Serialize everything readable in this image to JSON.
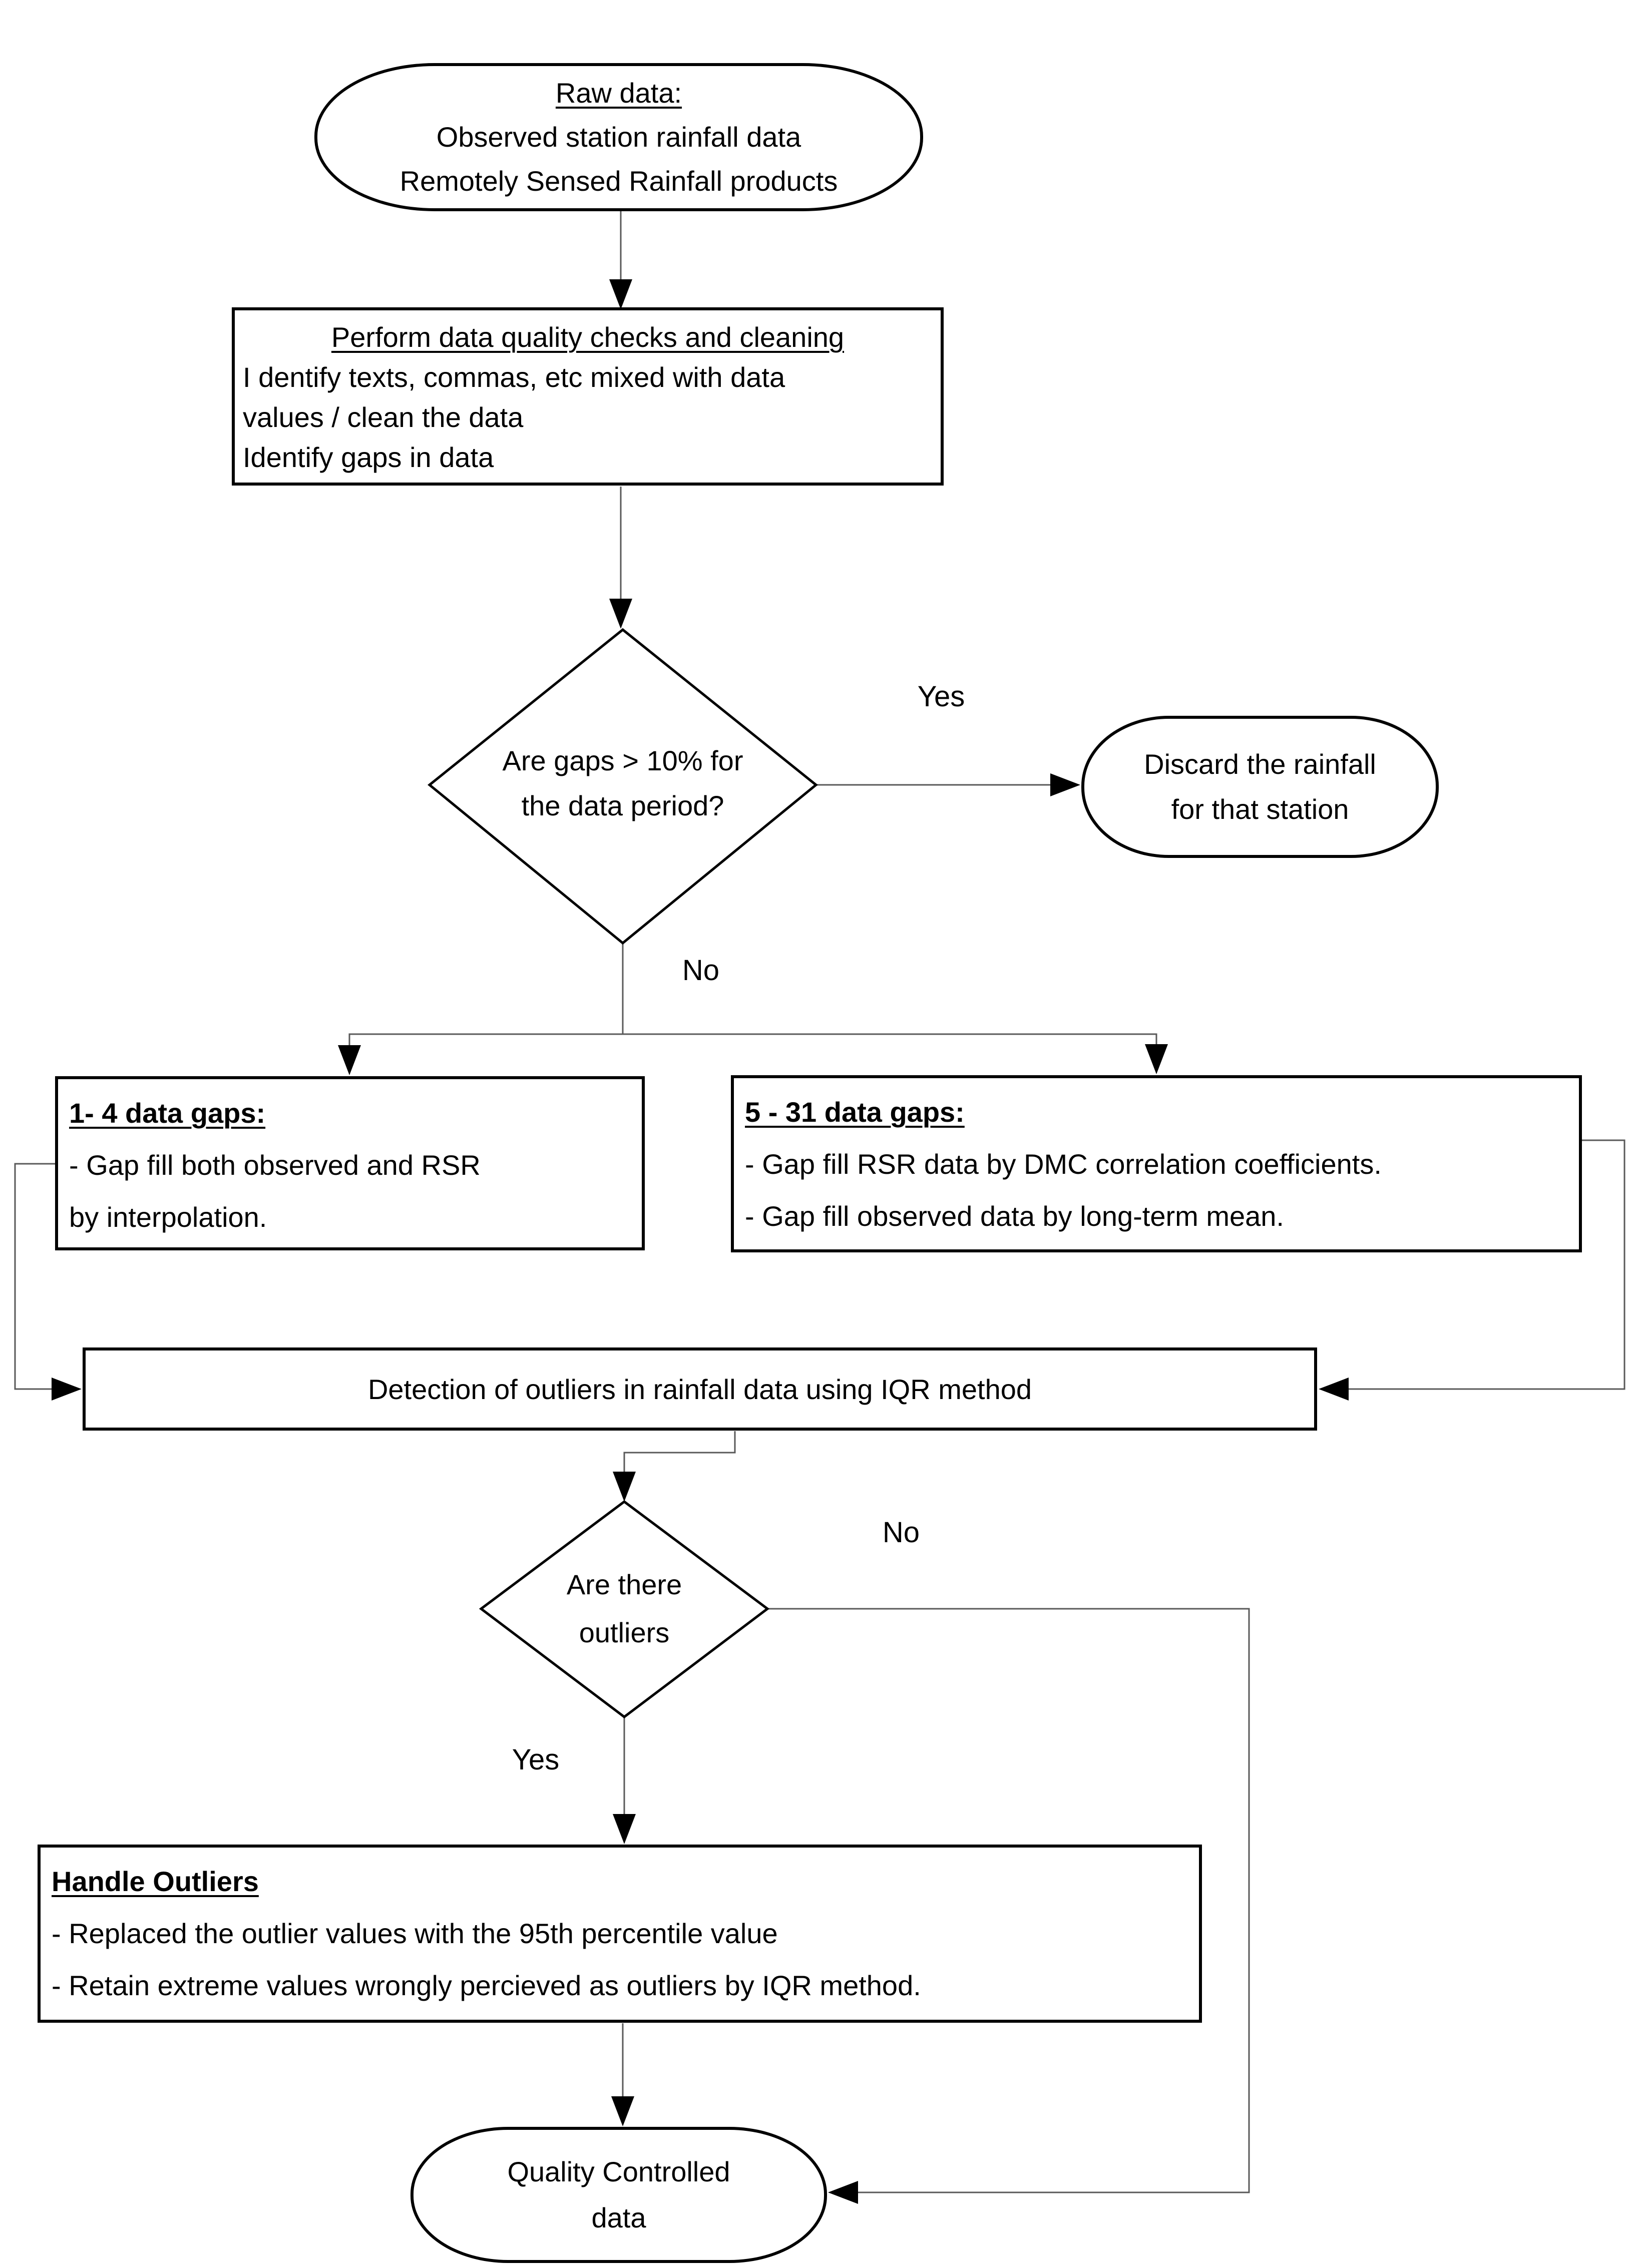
{
  "palette": {
    "ink": "#000000",
    "connector": "#595959",
    "background": "#ffffff"
  },
  "diagram": {
    "nodes": {
      "raw_data": {
        "title": "Raw data:",
        "lines": [
          "Observed station rainfall data",
          "Remotely Sensed Rainfall products"
        ]
      },
      "quality_checks": {
        "title": "Perform data quality checks and cleaning",
        "lines": [
          "I dentify texts, commas, etc mixed with data",
          "values / clean the data",
          "Identify gaps in data"
        ]
      },
      "gaps_decision": {
        "lines": [
          "Are gaps > 10% for",
          "the data period?"
        ]
      },
      "discard": {
        "lines": [
          "Discard the rainfall",
          "for that station"
        ]
      },
      "small_gaps": {
        "title": "1- 4 data gaps:",
        "lines": [
          "- Gap fill both observed and RSR",
          "by interpolation."
        ]
      },
      "large_gaps": {
        "title": "5 - 31 data gaps:",
        "lines": [
          "- Gap fill RSR data by DMC correlation coefficients.",
          "- Gap fill observed data by long-term mean."
        ]
      },
      "outlier_detection": {
        "label": "Detection of outliers in rainfall data using IQR method"
      },
      "outliers_decision": {
        "lines": [
          "Are there",
          "outliers"
        ]
      },
      "handle_outliers": {
        "title": "Handle Outliers",
        "lines": [
          "- Replaced the outlier values with the 95th percentile value",
          "- Retain extreme values wrongly percieved as outliers by IQR method."
        ]
      },
      "qc_data": {
        "lines": [
          "Quality Controlled",
          "data"
        ]
      }
    },
    "edge_labels": {
      "yes_gaps": "Yes",
      "no_gaps": "No",
      "no_outliers": "No",
      "yes_outliers": "Yes"
    }
  }
}
